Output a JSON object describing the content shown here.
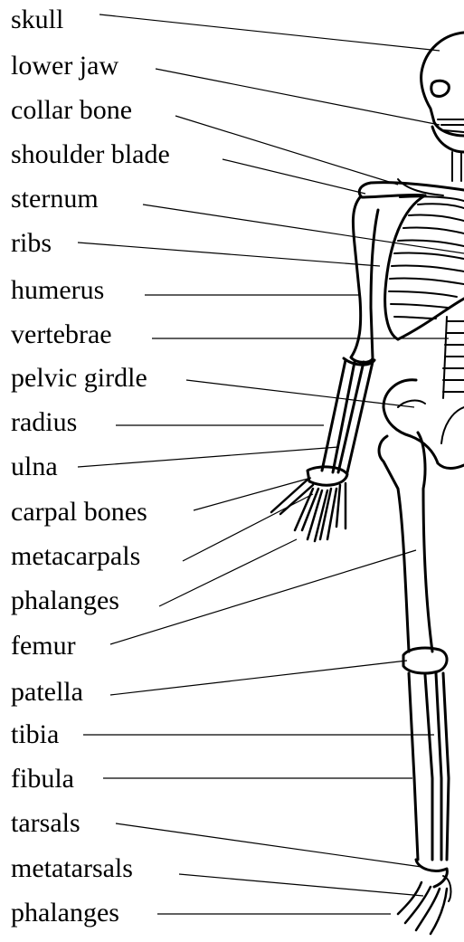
{
  "labels": [
    {
      "text": "skull"
    },
    {
      "text": "lower jaw"
    },
    {
      "text": "collar bone"
    },
    {
      "text": "shoulder blade"
    },
    {
      "text": "sternum"
    },
    {
      "text": "ribs"
    },
    {
      "text": "humerus"
    },
    {
      "text": "vertebrae"
    },
    {
      "text": "pelvic girdle"
    },
    {
      "text": "radius"
    },
    {
      "text": "ulna"
    },
    {
      "text": "carpal bones"
    },
    {
      "text": "metacarpals"
    },
    {
      "text": "phalanges"
    },
    {
      "text": "femur"
    },
    {
      "text": "patella"
    },
    {
      "text": "tibia"
    },
    {
      "text": "fibula"
    },
    {
      "text": "tarsals"
    },
    {
      "text": "metatarsals"
    },
    {
      "text": "phalanges"
    }
  ]
}
